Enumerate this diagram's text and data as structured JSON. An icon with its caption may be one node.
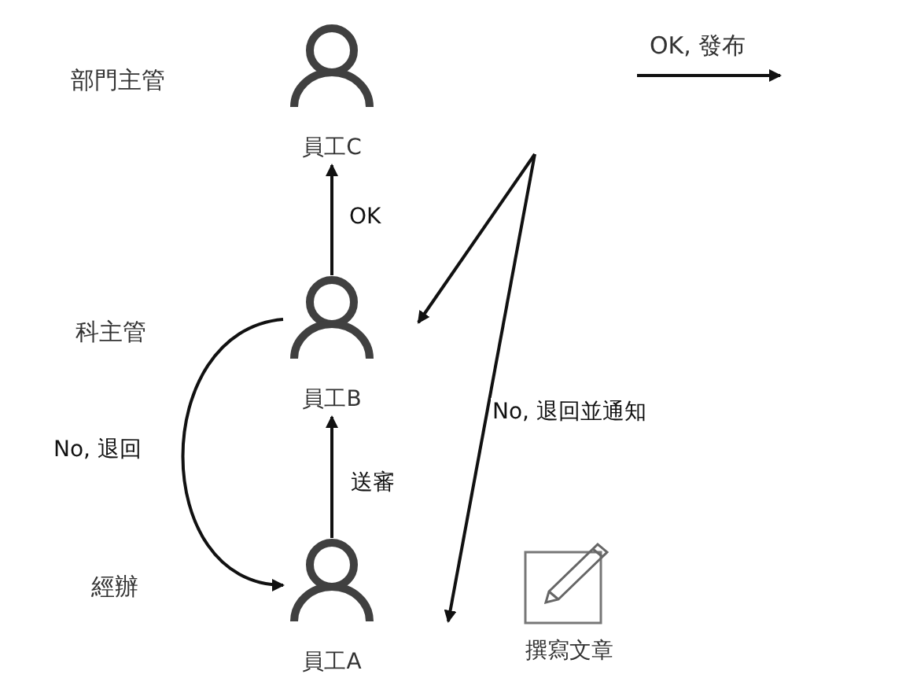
{
  "diagram": {
    "nodes": [
      {
        "text": [
          "員工C"
        ]
      },
      {
        "text": [
          "員工B"
        ]
      },
      {
        "text": [
          "員工A"
        ]
      },
      {
        "text": [
          "撰寫文章"
        ]
      }
    ],
    "edges": [
      {
        "from": 2,
        "to": 1,
        "arrow": "to",
        "label": "送審"
      },
      {
        "from": 1,
        "to": 0,
        "arrow": "to",
        "label": "OK"
      },
      {
        "from": 1,
        "to": 2,
        "arrow": "to",
        "label": "No, 退回"
      },
      {
        "from": null,
        "to": 1,
        "arrow": "to"
      },
      {
        "from": null,
        "to": 2,
        "arrow": "to",
        "label": "No, 退回並通知"
      }
    ],
    "labels": [
      "OK, 發布",
      "部門主管",
      "科主管",
      "經辦"
    ]
  }
}
